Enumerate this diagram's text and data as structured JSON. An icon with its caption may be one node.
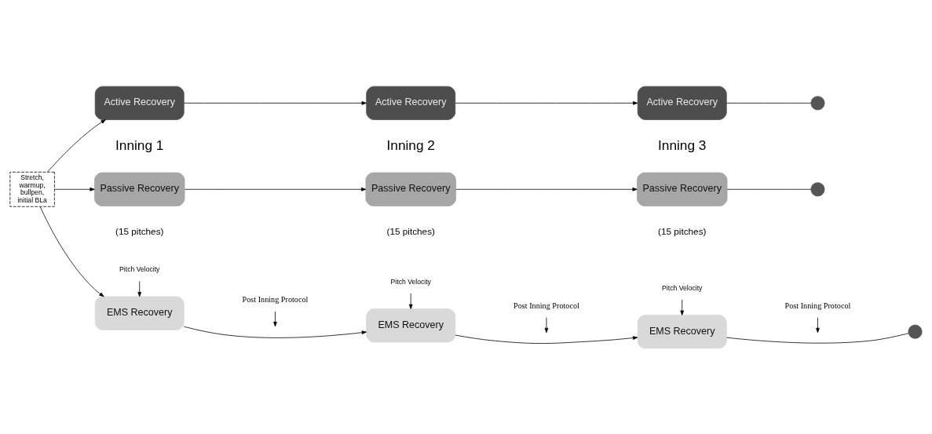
{
  "diagram": {
    "nodes": [
      {
        "text": [
          "Stretch, warmup, bullpen, initial BLa"
        ]
      },
      {
        "text": [
          "EMS Recovery"
        ]
      },
      {
        "text": [
          "Passive Recovery"
        ]
      },
      {
        "text": [
          "Active Recovery"
        ]
      },
      {
        "text": [
          "EMS Recovery"
        ]
      },
      {
        "text": [
          "Passive Recovery"
        ]
      },
      {
        "text": [
          "Active Recovery"
        ]
      },
      {
        "text": [
          "EMS Recovery"
        ]
      },
      {
        "text": [
          "Passive Recovery"
        ]
      },
      {
        "text": [
          "Active Recovery"
        ]
      },
      {
        "text": [],
        "shape": "circle"
      },
      {
        "text": [],
        "shape": "circle"
      },
      {
        "text": [],
        "shape": "circle"
      },
      {
        "text": [
          "Pitch Velocity"
        ]
      },
      {
        "text": [
          "Pitch Velocity"
        ]
      },
      {
        "text": [
          "Pitch Velocity"
        ]
      },
      {
        "text": [
          "Post Inning Protocol"
        ]
      },
      {
        "text": [
          "Post Inning Protocol"
        ]
      },
      {
        "text": [
          "Post Inning Protocol"
        ]
      }
    ],
    "edges": [
      {
        "from": 0,
        "to": 1,
        "arrow": "to"
      },
      {
        "from": 0,
        "to": 2,
        "arrow": "to"
      },
      {
        "from": 0,
        "to": 3,
        "arrow": "to"
      },
      {
        "from": 1,
        "to": 4,
        "arrow": "to"
      },
      {
        "from": 4,
        "to": 7,
        "arrow": "to"
      },
      {
        "from": 7,
        "to": 10,
        "arrow": "none"
      },
      {
        "from": 2,
        "to": 5,
        "arrow": "to"
      },
      {
        "from": 5,
        "to": 8,
        "arrow": "to"
      },
      {
        "from": 8,
        "to": 11,
        "arrow": "none"
      },
      {
        "from": 3,
        "to": 6,
        "arrow": "to"
      },
      {
        "from": 6,
        "to": 9,
        "arrow": "to"
      },
      {
        "from": 9,
        "to": 12,
        "arrow": "none"
      },
      {
        "from": 13,
        "to": 1,
        "arrow": "to"
      },
      {
        "from": 14,
        "to": 4,
        "arrow": "to"
      },
      {
        "from": 15,
        "to": 7,
        "arrow": "to"
      },
      {
        "from": 16,
        "to": null,
        "arrow": "to"
      },
      {
        "from": 17,
        "to": null,
        "arrow": "to"
      },
      {
        "from": 18,
        "to": null,
        "arrow": "to"
      }
    ],
    "labels": [
      "Inning 1",
      "(15 pitches)",
      "Inning 2",
      "(15 pitches)",
      "Inning 3",
      "(15 pitches)"
    ]
  }
}
